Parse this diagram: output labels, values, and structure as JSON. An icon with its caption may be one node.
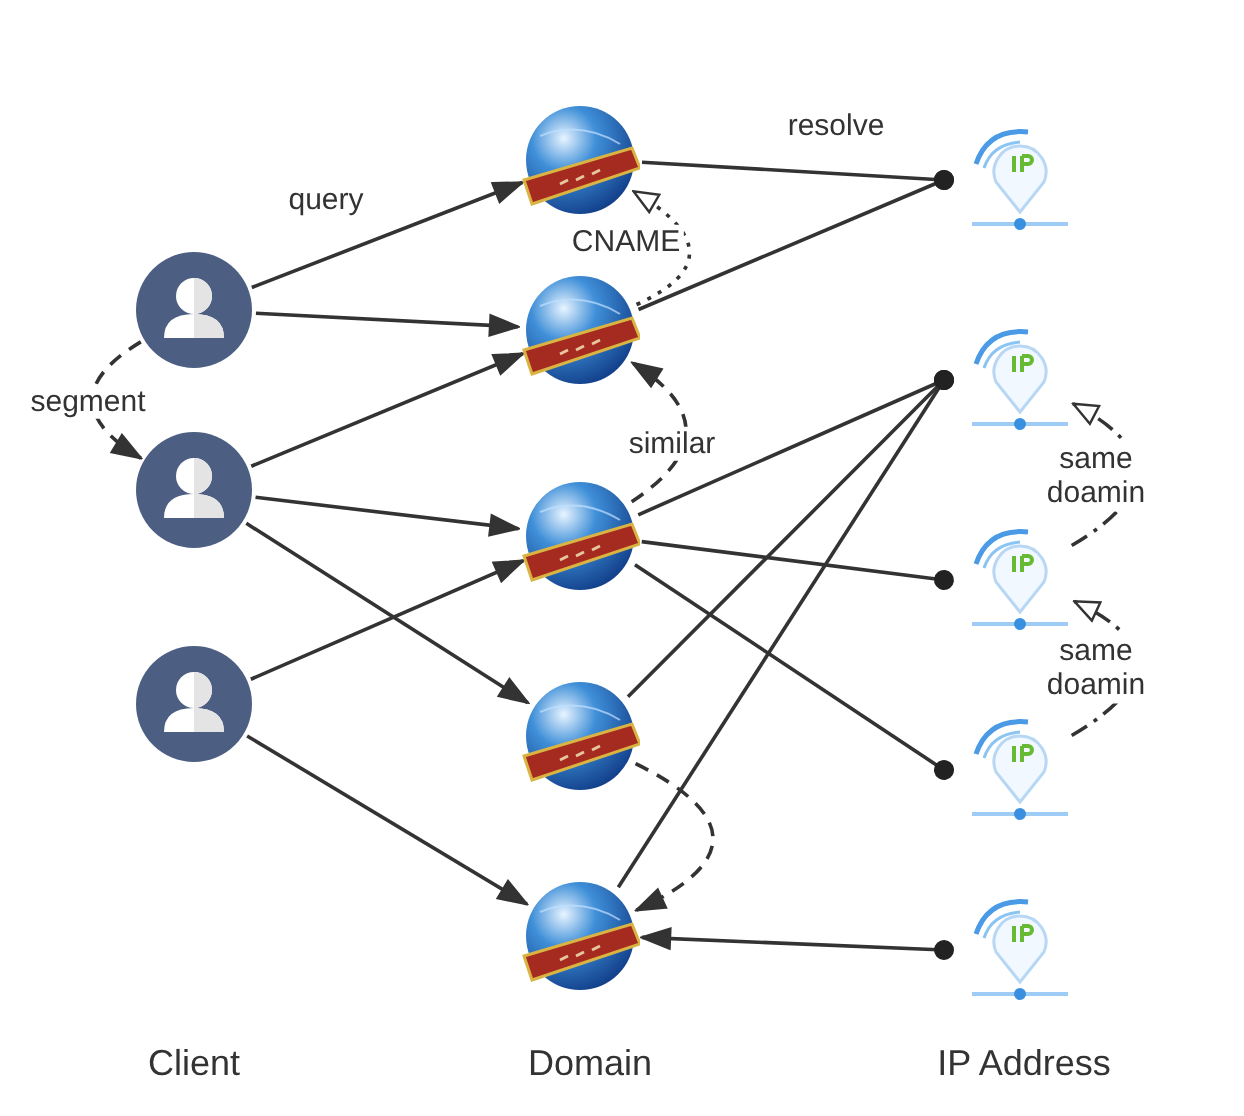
{
  "diagram": {
    "nodes": [
      {
        "text": [],
        "shape": "person"
      },
      {
        "text": [],
        "shape": "person"
      },
      {
        "text": [],
        "shape": "person"
      },
      {
        "text": [],
        "shape": "globe"
      },
      {
        "text": [],
        "shape": "globe"
      },
      {
        "text": [],
        "shape": "globe"
      },
      {
        "text": [],
        "shape": "globe"
      },
      {
        "text": [],
        "shape": "globe"
      },
      {
        "text": [],
        "shape": "pin"
      },
      {
        "text": [],
        "shape": "pin"
      },
      {
        "text": [],
        "shape": "pin"
      },
      {
        "text": [],
        "shape": "pin"
      },
      {
        "text": [],
        "shape": "pin"
      }
    ],
    "edges": [
      {
        "from": 0,
        "to": 3,
        "arrow": "to",
        "label": "query"
      },
      {
        "from": 0,
        "to": 4,
        "arrow": "to"
      },
      {
        "from": 1,
        "to": 4,
        "arrow": "to"
      },
      {
        "from": 1,
        "to": 5,
        "arrow": "to"
      },
      {
        "from": 1,
        "to": 6,
        "arrow": "to"
      },
      {
        "from": 2,
        "to": 5,
        "arrow": "to"
      },
      {
        "from": 2,
        "to": 7,
        "arrow": "to"
      },
      {
        "from": 0,
        "to": 1,
        "arrow": "to",
        "label": "segment",
        "style": "dashed"
      },
      {
        "from": 4,
        "to": 3,
        "arrow": "to",
        "label": "CNAME",
        "style": "dashed"
      },
      {
        "from": 5,
        "to": 4,
        "arrow": "to",
        "label": "similar",
        "style": "dashed"
      },
      {
        "from": 6,
        "to": 7,
        "arrow": "to",
        "style": "dashed"
      },
      {
        "from": 3,
        "to": 8,
        "arrow": "other",
        "label": "resolve"
      },
      {
        "from": 4,
        "to": 8,
        "arrow": "other"
      },
      {
        "from": 5,
        "to": 9,
        "arrow": "other"
      },
      {
        "from": 6,
        "to": 9,
        "arrow": "other"
      },
      {
        "from": 7,
        "to": 9,
        "arrow": "other"
      },
      {
        "from": 5,
        "to": 10,
        "arrow": "other"
      },
      {
        "from": 5,
        "to": 11,
        "arrow": "other"
      },
      {
        "from": 12,
        "to": 7,
        "arrow": "to"
      },
      {
        "from": 10,
        "to": 9,
        "arrow": "to",
        "label": "same doamin",
        "style": "dashed"
      },
      {
        "from": 11,
        "to": 10,
        "arrow": "to",
        "label": "same doamin",
        "style": "dashed"
      }
    ],
    "labels": [
      "Client",
      "Domain",
      "IP Address"
    ]
  }
}
